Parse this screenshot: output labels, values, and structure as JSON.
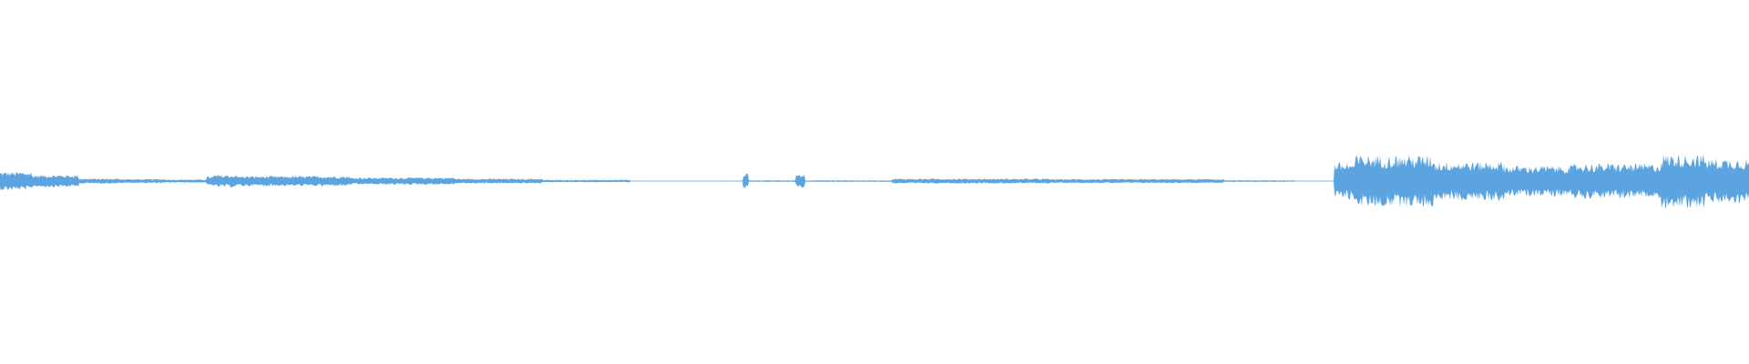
{
  "waveform": {
    "color": "#5ba4e0",
    "background": "#ffffff",
    "amplitude_range": [
      -1,
      1
    ],
    "duration_fraction_range": [
      0,
      1
    ],
    "segments": [
      {
        "start": 0.0,
        "end": 0.018,
        "amplitude": 0.045
      },
      {
        "start": 0.018,
        "end": 0.045,
        "amplitude": 0.03
      },
      {
        "start": 0.045,
        "end": 0.07,
        "amplitude": 0.012
      },
      {
        "start": 0.07,
        "end": 0.095,
        "amplitude": 0.01
      },
      {
        "start": 0.095,
        "end": 0.118,
        "amplitude": 0.008
      },
      {
        "start": 0.118,
        "end": 0.122,
        "amplitude": 0.022
      },
      {
        "start": 0.122,
        "end": 0.135,
        "amplitude": 0.03
      },
      {
        "start": 0.135,
        "end": 0.2,
        "amplitude": 0.025
      },
      {
        "start": 0.2,
        "end": 0.26,
        "amplitude": 0.018
      },
      {
        "start": 0.26,
        "end": 0.31,
        "amplitude": 0.012
      },
      {
        "start": 0.31,
        "end": 0.36,
        "amplitude": 0.006
      },
      {
        "start": 0.36,
        "end": 0.425,
        "amplitude": 0.002
      },
      {
        "start": 0.425,
        "end": 0.428,
        "amplitude": 0.04
      },
      {
        "start": 0.428,
        "end": 0.455,
        "amplitude": 0.004
      },
      {
        "start": 0.455,
        "end": 0.46,
        "amplitude": 0.035
      },
      {
        "start": 0.46,
        "end": 0.51,
        "amplitude": 0.004
      },
      {
        "start": 0.51,
        "end": 0.6,
        "amplitude": 0.012
      },
      {
        "start": 0.6,
        "end": 0.7,
        "amplitude": 0.01
      },
      {
        "start": 0.7,
        "end": 0.74,
        "amplitude": 0.004
      },
      {
        "start": 0.74,
        "end": 0.763,
        "amplitude": 0.002
      },
      {
        "start": 0.763,
        "end": 0.775,
        "amplitude": 0.09
      },
      {
        "start": 0.775,
        "end": 0.82,
        "amplitude": 0.125
      },
      {
        "start": 0.82,
        "end": 0.86,
        "amplitude": 0.095
      },
      {
        "start": 0.86,
        "end": 0.9,
        "amplitude": 0.075
      },
      {
        "start": 0.9,
        "end": 0.95,
        "amplitude": 0.085
      },
      {
        "start": 0.95,
        "end": 0.975,
        "amplitude": 0.13
      },
      {
        "start": 0.975,
        "end": 1.0,
        "amplitude": 0.11
      }
    ]
  }
}
